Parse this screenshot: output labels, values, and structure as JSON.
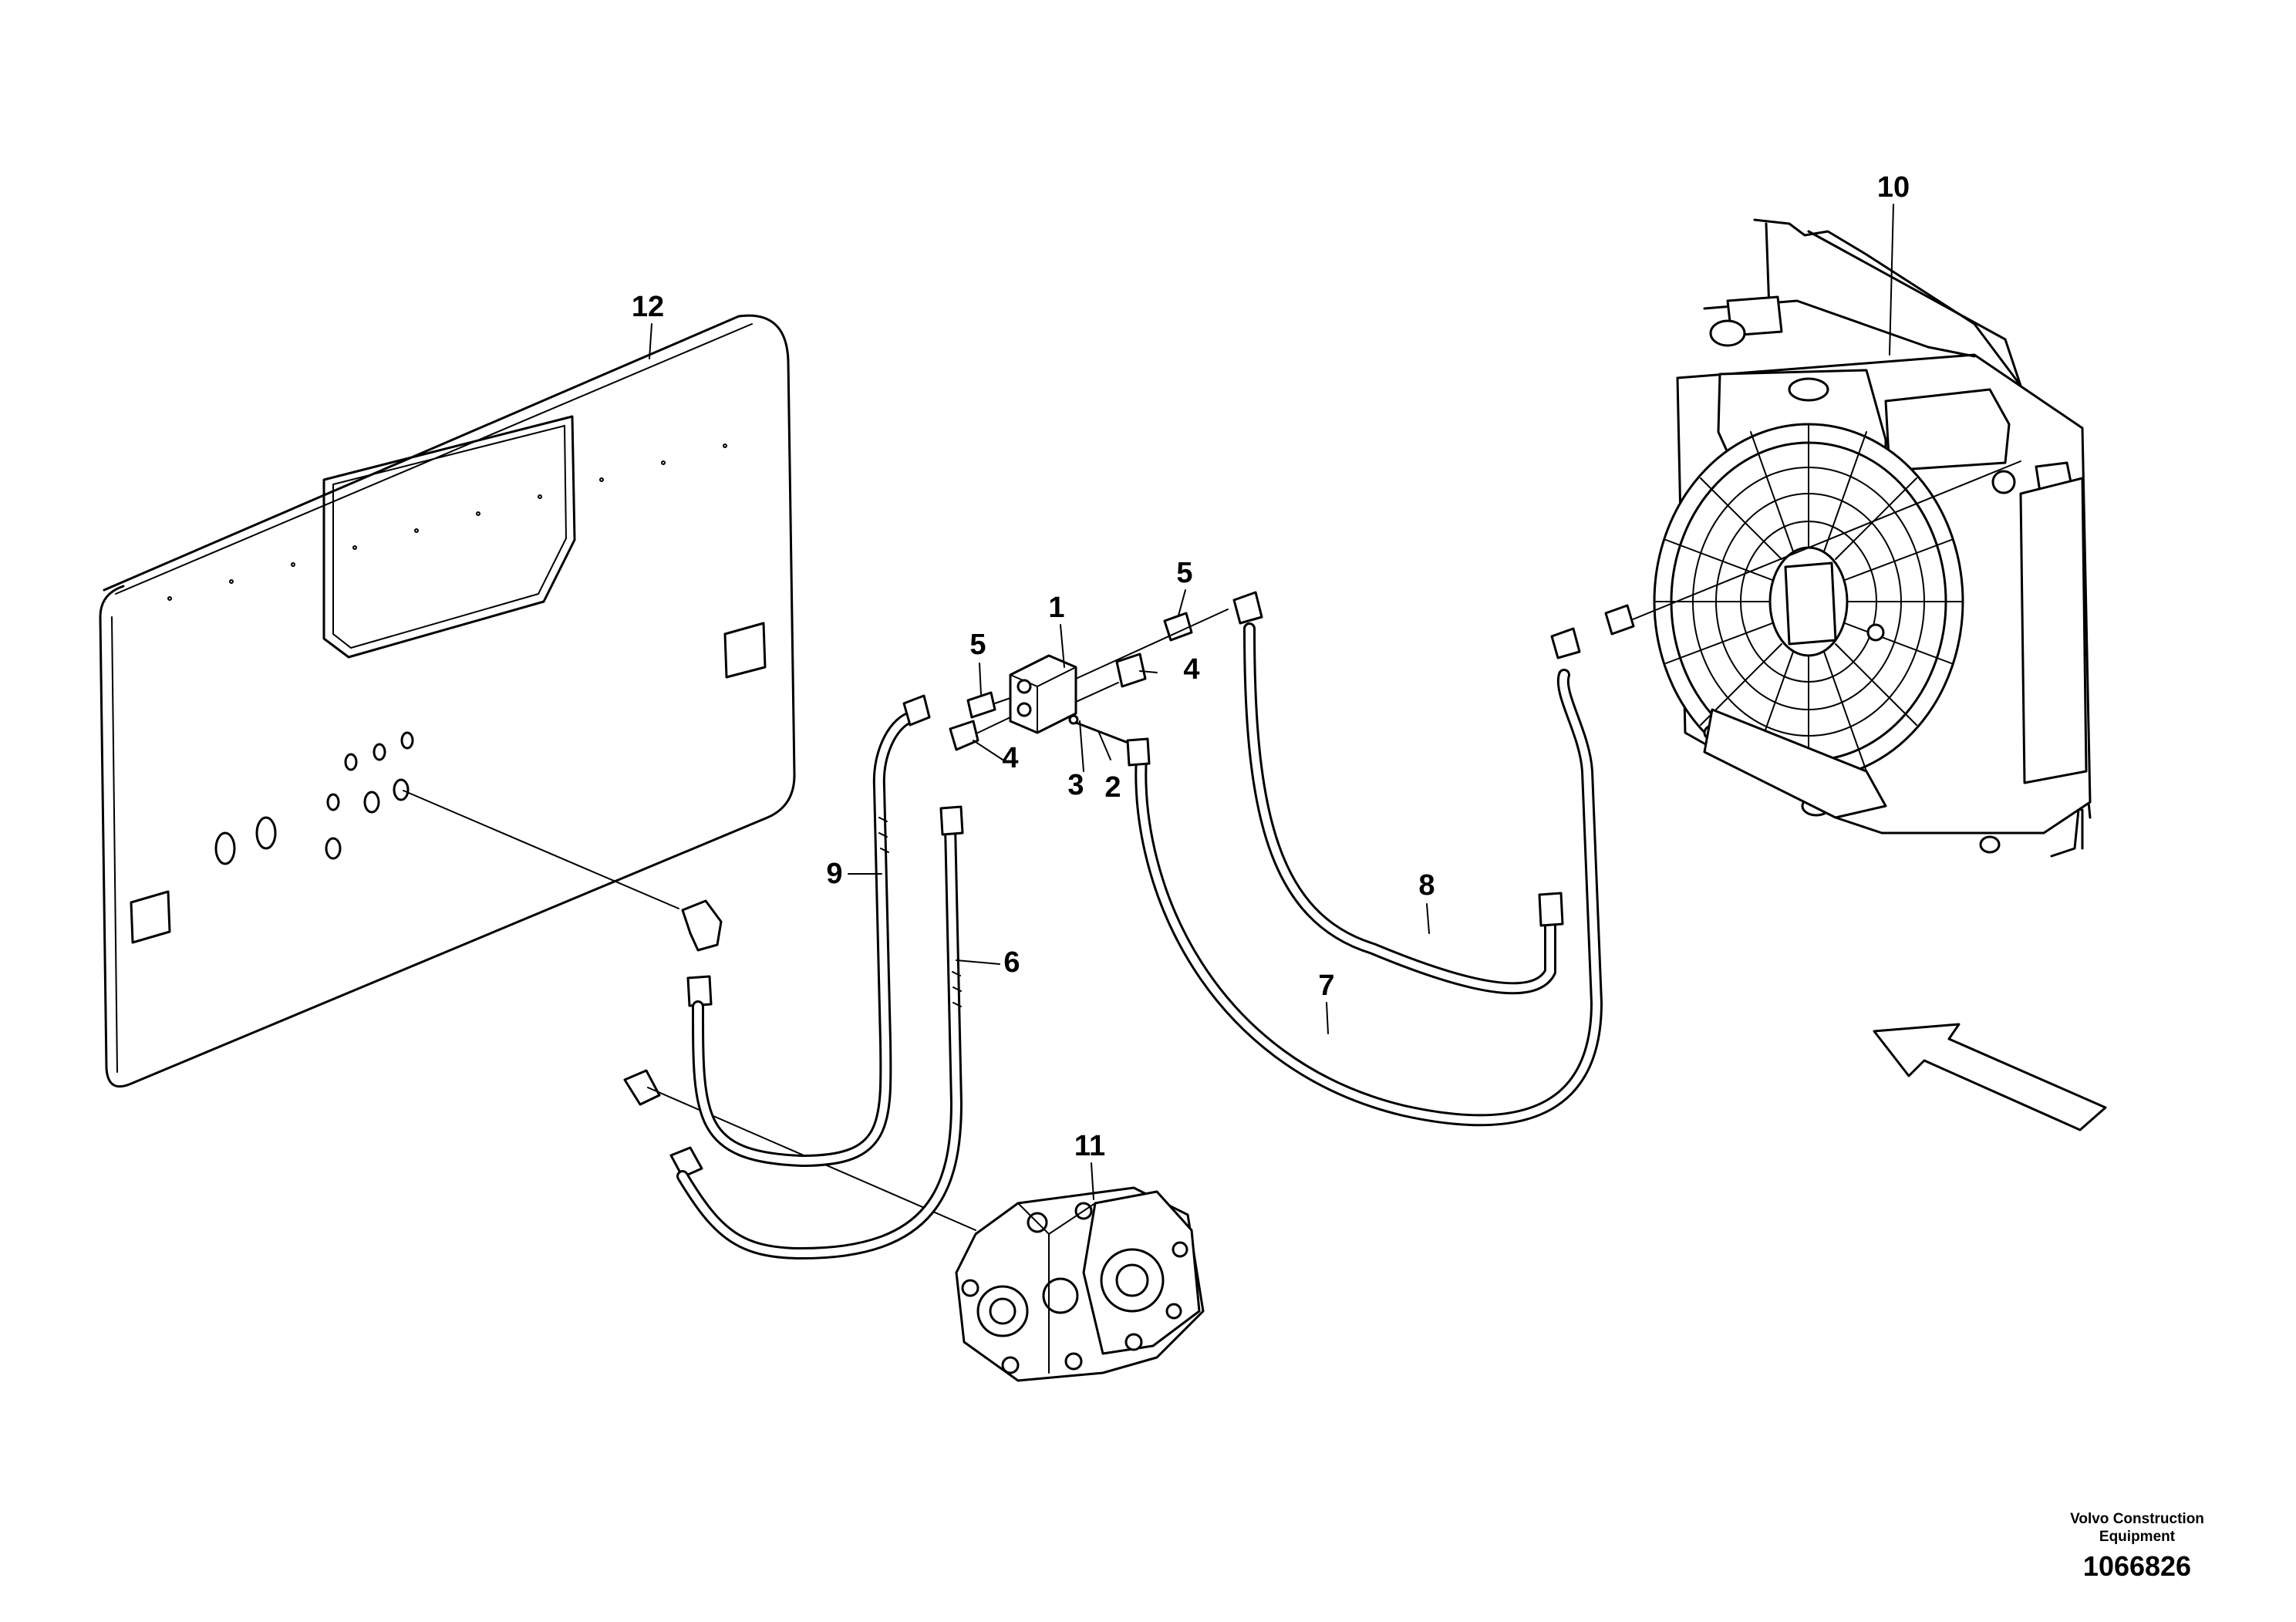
{
  "callouts": {
    "c1": "1",
    "c2": "2",
    "c3": "3",
    "c4a": "4",
    "c4b": "4",
    "c5a": "5",
    "c5b": "5",
    "c6": "6",
    "c7": "7",
    "c8": "8",
    "c9": "9",
    "c10": "10",
    "c11": "11",
    "c12": "12"
  },
  "footer": {
    "company": "Volvo Construction Equipment",
    "drawing_number": "1066826"
  }
}
